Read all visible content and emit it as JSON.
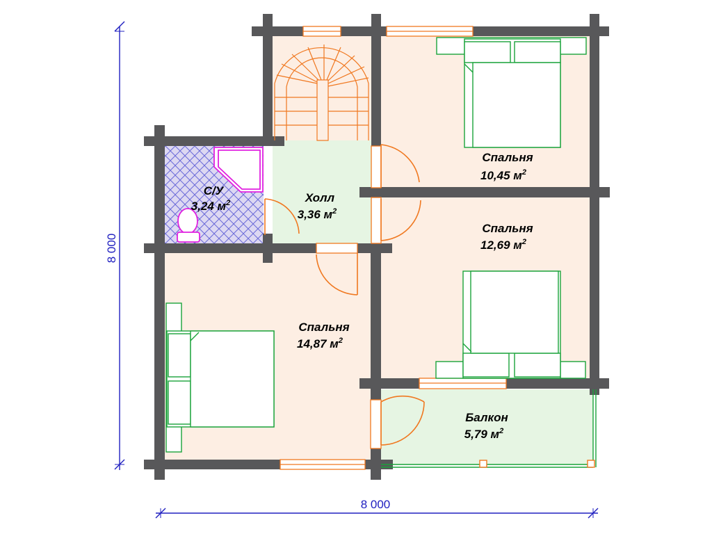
{
  "dimensions": {
    "horizontal": "8 000",
    "vertical": "8 000"
  },
  "rooms": [
    {
      "id": "bedroom-top-right",
      "name": "Спальня",
      "area": "10,45 м",
      "unit_exp": "2"
    },
    {
      "id": "bedroom-mid-right",
      "name": "Спальня",
      "area": "12,69 м",
      "unit_exp": "2"
    },
    {
      "id": "bedroom-left",
      "name": "Спальня",
      "area": "14,87 м",
      "unit_exp": "2"
    },
    {
      "id": "hall",
      "name": "Холл",
      "area": "3,36 м",
      "unit_exp": "2"
    },
    {
      "id": "bathroom",
      "name": "С/У",
      "area": "3,24 м",
      "unit_exp": "2"
    },
    {
      "id": "balcony",
      "name": "Балкон",
      "area": "5,79 м",
      "unit_exp": "2"
    }
  ],
  "colors": {
    "wall": "#58585a",
    "floor": "#fdeee3",
    "hall_floor": "#e6f5e3",
    "bath_floor": "#ddd8f2",
    "furniture": "#1aa33a",
    "door": "#f07820",
    "sanitary": "#e020e0",
    "dimension": "#2020c0"
  }
}
